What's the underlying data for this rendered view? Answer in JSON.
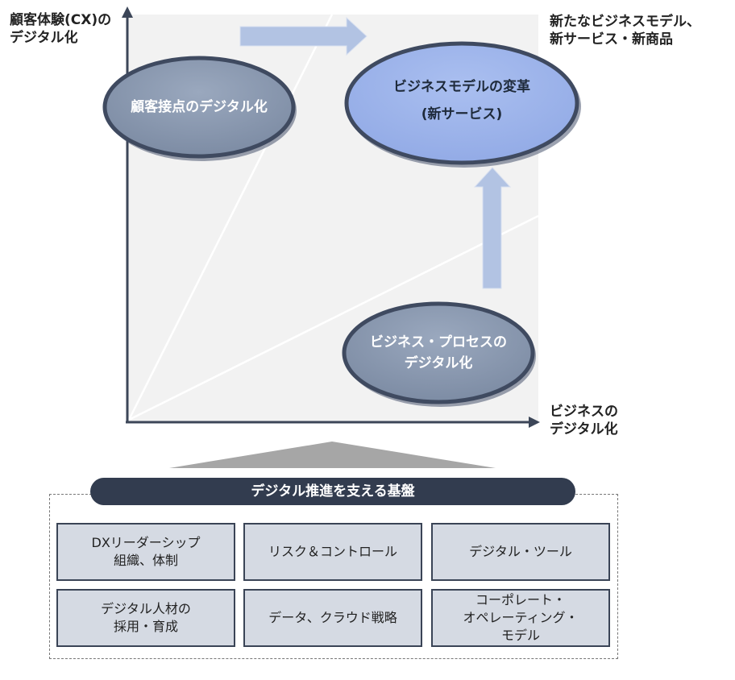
{
  "axes": {
    "y_label_line1": "顧客体験(CX)の",
    "y_label_line2": "デジタル化",
    "x_label_line1": "ビジネスの",
    "x_label_line2": "デジタル化",
    "top_right_line1": "新たなビジネスモデル、",
    "top_right_line2": "新サービス・新商品"
  },
  "ellipses": {
    "customer": "顧客接点のデジタル化",
    "model_line1": "ビジネスモデルの変革",
    "model_line2": "(新サービス)",
    "process_line1": "ビジネス・プロセスの",
    "process_line2": "デジタル化"
  },
  "foundation": {
    "title": "デジタル推進を支える基盤",
    "cells": [
      "DXリーダーシップ\n組織、体制",
      "リスク＆コントロール",
      "デジタル・ツール",
      "デジタル人材の\n採用・育成",
      "データ、クラウド戦略",
      "コーポレート・\nオペレーティング・\nモデル"
    ]
  },
  "colors": {
    "ellipse_gray": "#8494ad",
    "ellipse_blue": "#9db4ea",
    "arrow": "#b2c3e3",
    "axis": "#3c4658",
    "base_bar": "#323c4f",
    "cell_bg": "#d5dae3"
  }
}
